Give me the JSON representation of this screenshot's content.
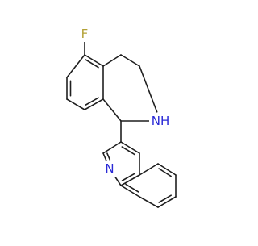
{
  "molecule": {
    "bond_color": "#1f1f1f",
    "atoms": {
      "fluorine": {
        "label": "F",
        "color": "#b3a136"
      },
      "amine_nh": {
        "label": "NH",
        "color": "#2a2ad6"
      },
      "quinoline_n": {
        "label": "N",
        "color": "#2a2ad6"
      }
    }
  }
}
